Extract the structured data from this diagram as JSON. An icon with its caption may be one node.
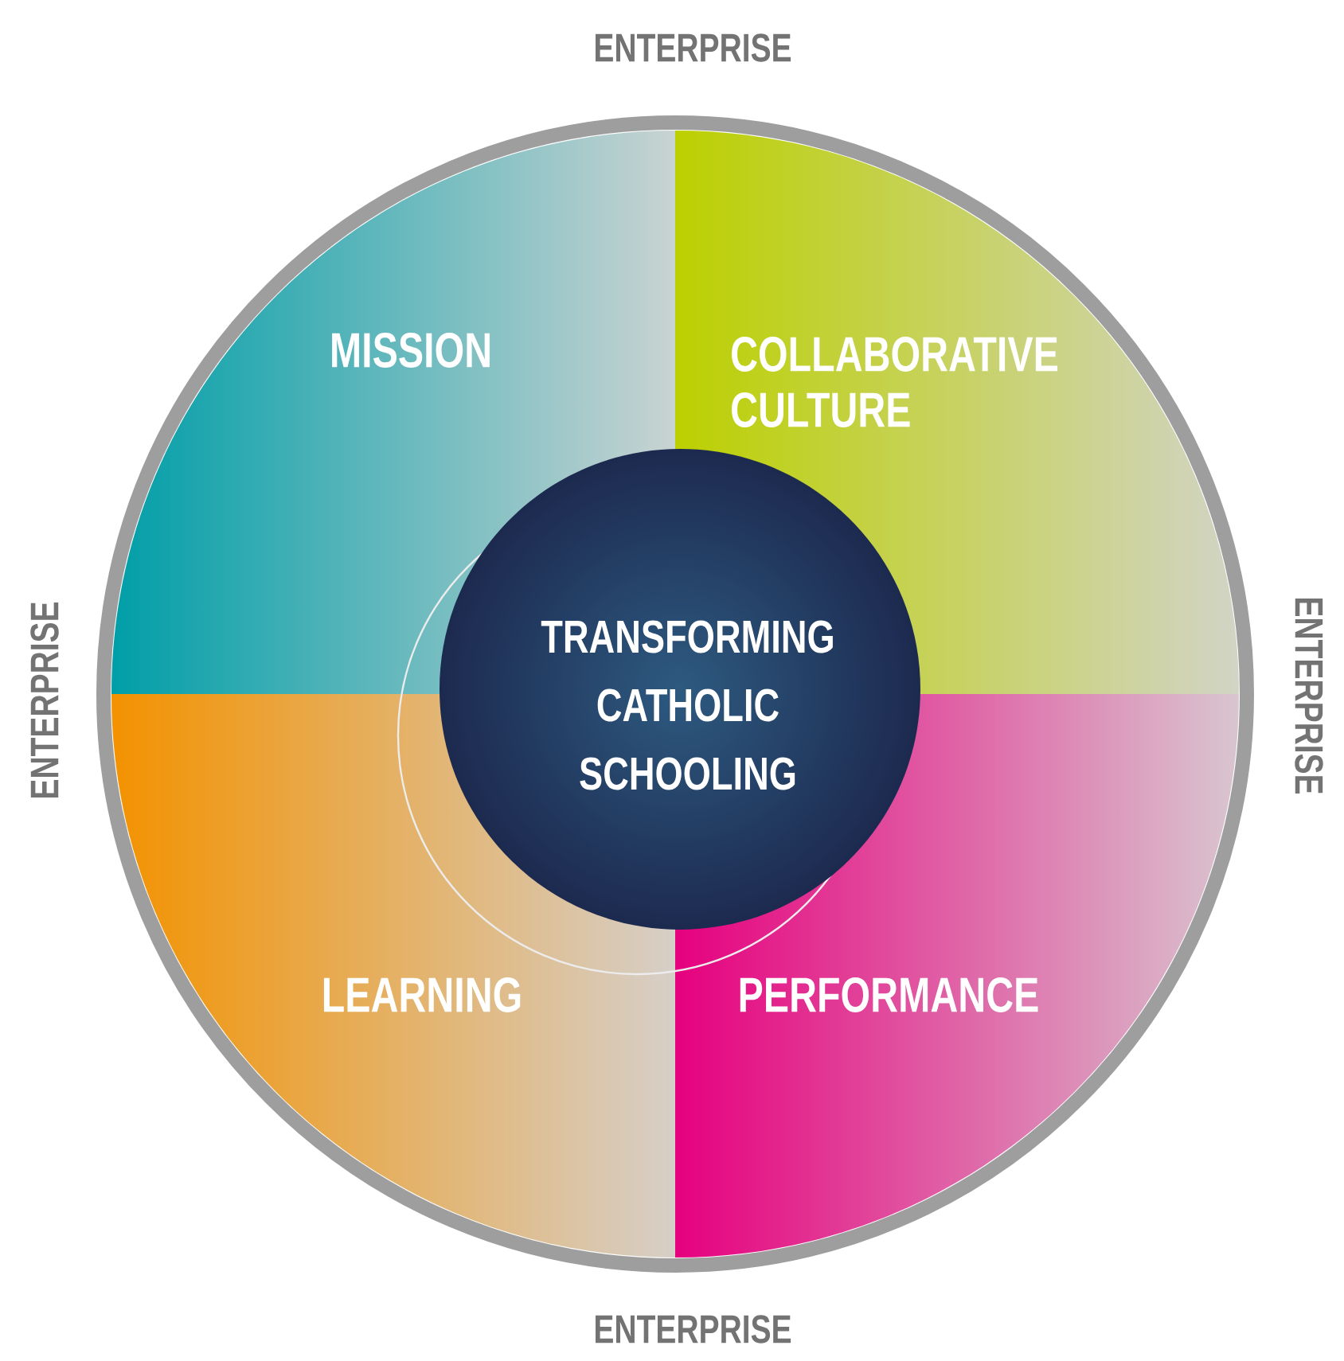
{
  "diagram": {
    "nodes": [
      {
        "text": [
          "MISSION"
        ]
      },
      {
        "text": [
          "COLLABORATIVE CULTURE"
        ]
      },
      {
        "text": [
          "TRANSFORMING CATHOLIC SCHOOLING"
        ]
      },
      {
        "text": [
          "LEARNING"
        ]
      },
      {
        "text": [
          "PERFORMANCE"
        ]
      }
    ],
    "labels": [
      "ENTERPRISE",
      "ENTERPRISE",
      "ENTERPRISE",
      "ENTERPRISE"
    ]
  }
}
